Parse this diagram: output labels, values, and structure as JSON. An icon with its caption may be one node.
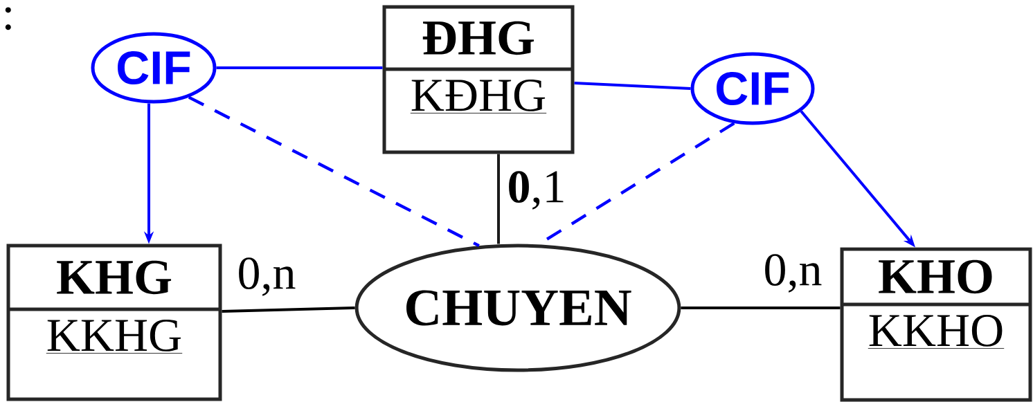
{
  "diagram": {
    "nodes": [
      {
        "text": [
          "CIF"
        ]
      },
      {
        "text": [
          "ĐHG",
          "KĐHG"
        ]
      },
      {
        "text": [
          "CIF"
        ]
      },
      {
        "text": [
          "KHG",
          "KKHG"
        ]
      },
      {
        "text": [
          "CHUYEN"
        ]
      },
      {
        "text": [
          "KHO",
          "KKHO"
        ]
      }
    ],
    "edges": [
      {
        "from": 0,
        "to": 1,
        "arrow": "none"
      },
      {
        "from": 0,
        "to": 3,
        "arrow": "to"
      },
      {
        "from": 0,
        "to": 4,
        "arrow": "none",
        "style": "dashed"
      },
      {
        "from": 1,
        "to": 2,
        "arrow": "none"
      },
      {
        "from": 2,
        "to": 5,
        "arrow": "to"
      },
      {
        "from": 2,
        "to": 4,
        "arrow": "none",
        "style": "dashed"
      },
      {
        "from": 1,
        "to": 4,
        "arrow": "none",
        "label": "**0**,1",
        "color": "#1a1a1a"
      },
      {
        "from": 3,
        "to": 4,
        "arrow": "none",
        "label": "0,n",
        "color": "#000000"
      },
      {
        "from": 4,
        "to": 5,
        "arrow": "none",
        "label": "0,n",
        "color": "#000000"
      }
    ],
    "labels": [
      ":"
    ]
  }
}
